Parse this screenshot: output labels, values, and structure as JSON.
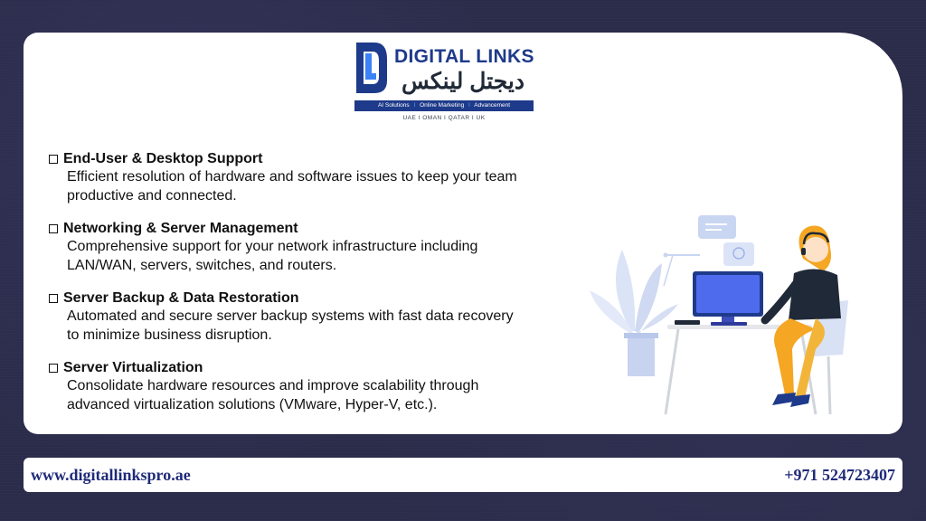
{
  "logo": {
    "brand": "DIGITAL LINKS",
    "arabic": "ديجتل لينكس",
    "tagline_items": [
      "AI Solutions",
      "Online Marketing",
      "Advancement"
    ],
    "separator": "I",
    "regions": "UAE I OMAN I QATAR I UK"
  },
  "services": [
    {
      "title": "End-User & Desktop Support",
      "lines": [
        "Efficient resolution of hardware and software issues to keep your team",
        "productive and connected."
      ]
    },
    {
      "title": "Networking & Server Management",
      "lines": [
        "Comprehensive support for your network infrastructure including",
        "LAN/WAN, servers, switches, and routers."
      ]
    },
    {
      "title": "Server Backup & Data Restoration",
      "lines": [
        "Automated and secure server backup systems with fast data recovery",
        "to minimize business disruption."
      ]
    },
    {
      "title": "Server Virtualization",
      "lines": [
        "Consolidate hardware resources and improve scalability through",
        "advanced virtualization solutions (VMware, Hyper-V, etc.)."
      ]
    }
  ],
  "footer": {
    "website": "www.digitallinkspro.ae",
    "phone": "+971 524723407"
  },
  "colors": {
    "brand_navy": "#1e3a8a",
    "accent_blue": "#3b82f6",
    "background": "#2b2b4a",
    "person_shirt": "#1f2937",
    "person_pants": "#f5a623"
  },
  "icons": {
    "logo": "digital-links-logo-mark",
    "bullet": "checkbox-icon",
    "illustration": "support-agent-at-desk"
  }
}
